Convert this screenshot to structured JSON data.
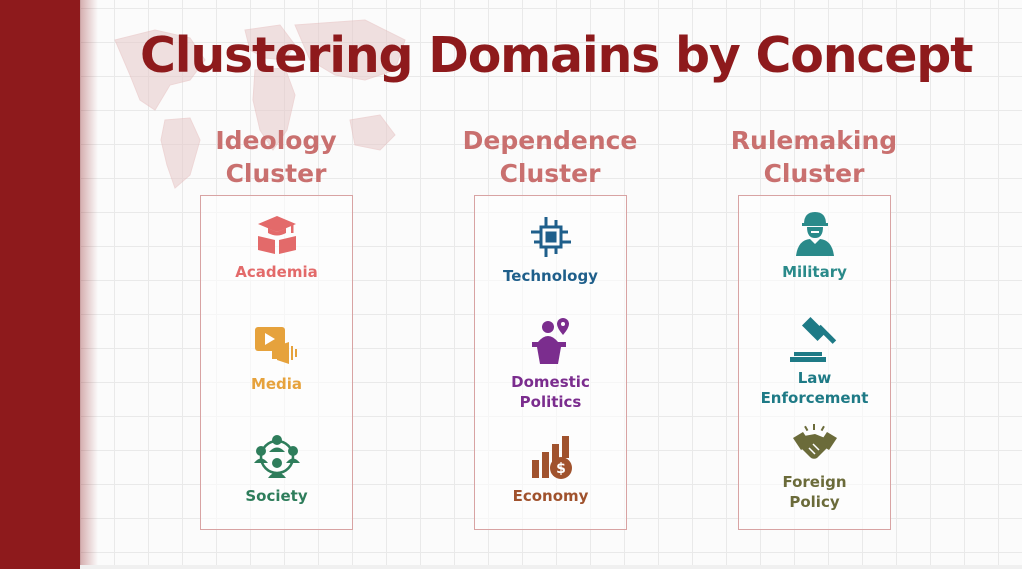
{
  "slide": {
    "title": "Clustering Domains by Concept",
    "colors": {
      "brand_red": "#8e1a1c",
      "heading_pink": "#c9706f",
      "box_border": "#d8a3a3"
    }
  },
  "clusters": [
    {
      "heading_line1": "Ideology",
      "heading_line2": "Cluster",
      "items": [
        {
          "label_line1": "Academia",
          "label_line2": "",
          "icon": "graduation-book-icon",
          "color": "#e36a6a"
        },
        {
          "label_line1": "Media",
          "label_line2": "",
          "icon": "media-megaphone-icon",
          "color": "#e6a23c"
        },
        {
          "label_line1": "Society",
          "label_line2": "",
          "icon": "people-network-icon",
          "color": "#2e7d5b"
        }
      ]
    },
    {
      "heading_line1": "Dependence",
      "heading_line2": "Cluster",
      "items": [
        {
          "label_line1": "Technology",
          "label_line2": "",
          "icon": "chip-icon",
          "color": "#1f5f8b"
        },
        {
          "label_line1": "Domestic",
          "label_line2": "Politics",
          "icon": "podium-speaker-icon",
          "color": "#7b2d8e"
        },
        {
          "label_line1": "Economy",
          "label_line2": "",
          "icon": "growth-coin-icon",
          "color": "#a0522d"
        }
      ]
    },
    {
      "heading_line1": "Rulemaking",
      "heading_line2": "Cluster",
      "items": [
        {
          "label_line1": "Military",
          "label_line2": "",
          "icon": "soldier-icon",
          "color": "#2a8a8a"
        },
        {
          "label_line1": "Law",
          "label_line2": "Enforcement",
          "icon": "gavel-icon",
          "color": "#1e7a86"
        },
        {
          "label_line1": "Foreign",
          "label_line2": "Policy",
          "icon": "handshake-icon",
          "color": "#6b6b3a"
        }
      ]
    }
  ]
}
